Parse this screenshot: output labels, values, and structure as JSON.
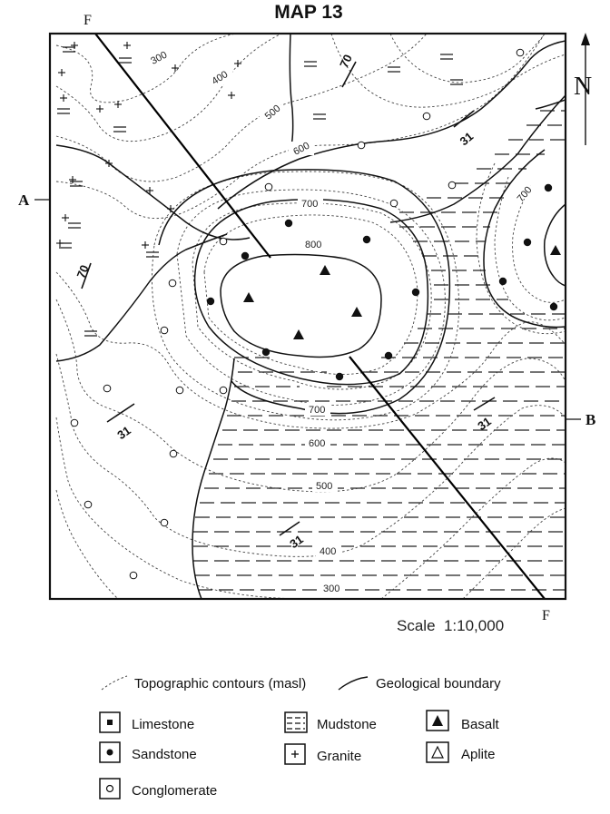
{
  "title": "MAP 13",
  "scale_text": "Scale  1:10,000",
  "north_label": "N",
  "section": {
    "start_label": "A",
    "end_label": "B"
  },
  "fault": {
    "top_label": "F",
    "bottom_label": "F"
  },
  "contours": {
    "labels": [
      "300",
      "400",
      "500",
      "600",
      "700",
      "800",
      "700",
      "600",
      "500",
      "400",
      "300",
      "700"
    ]
  },
  "dips": [
    "70",
    "31",
    "70",
    "31",
    "31",
    "31"
  ],
  "legend": {
    "topo_label": "Topographic contours (masl)",
    "boundary_label": "Geological boundary",
    "items": [
      {
        "label": "Limestone"
      },
      {
        "label": "Mudstone"
      },
      {
        "label": "Basalt"
      },
      {
        "label": "Sandstone"
      },
      {
        "label": "Granite"
      },
      {
        "label": "Aplite"
      },
      {
        "label": "Conglomerate"
      }
    ]
  }
}
